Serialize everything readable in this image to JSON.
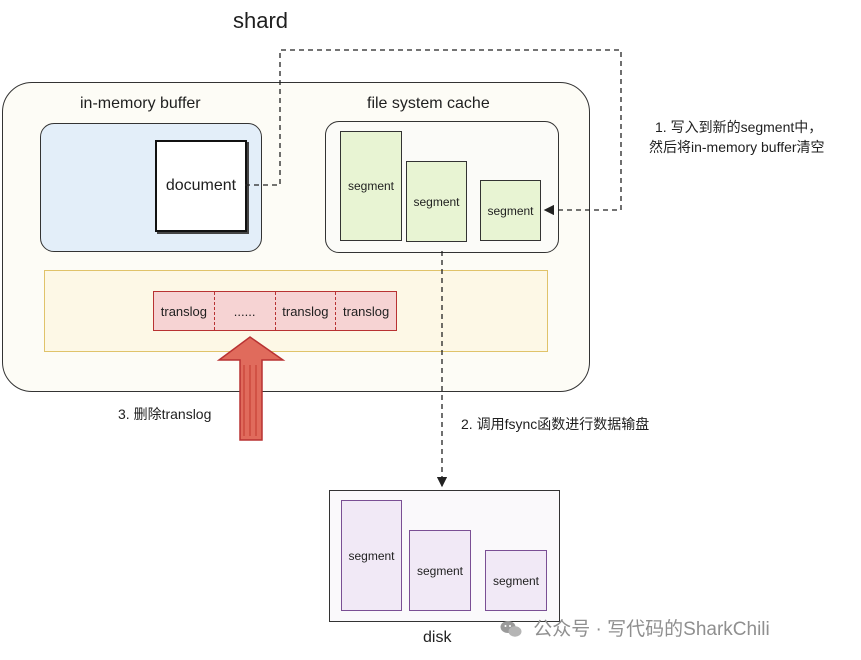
{
  "shard": {
    "title": "shard"
  },
  "buffer": {
    "title": "in-memory buffer",
    "document_label": "document"
  },
  "cache": {
    "title": "file system cache",
    "segments": [
      "segment",
      "segment",
      "segment"
    ]
  },
  "translog": {
    "cells": [
      "translog",
      "......",
      "translog",
      "translog"
    ]
  },
  "disk": {
    "title": "disk",
    "segments": [
      "segment",
      "segment",
      "segment"
    ]
  },
  "steps": {
    "step1_line1": "1. 写入到新的segment中，",
    "step1_line2": "然后将in-memory buffer清空",
    "step2": "2. 调用fsync函数进行数据输盘",
    "step3": "3. 删除translog"
  },
  "watermark": {
    "text": "公众号 · 写代码的SharkChili",
    "icon": "wechat-icon"
  },
  "colors": {
    "buffer_fill": "#e3eef9",
    "segment_green": "#e8f4d3",
    "segment_purple": "#f1e9f6",
    "translog_red": "#f6d3d3",
    "arrow_red": "#d94a3d"
  }
}
